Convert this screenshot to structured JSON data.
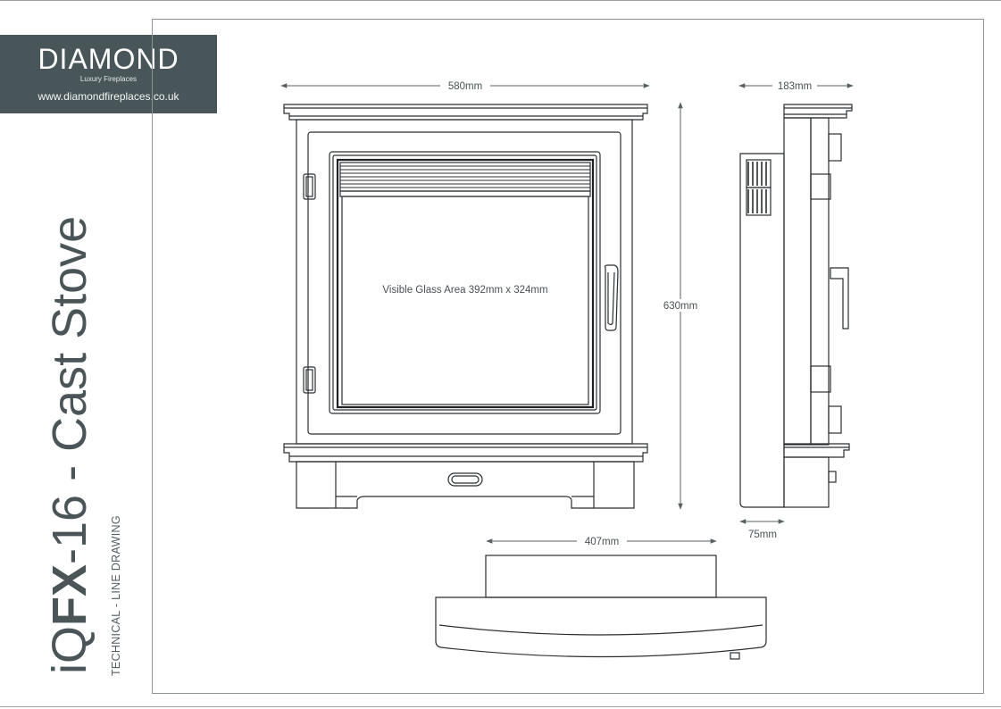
{
  "brand": {
    "name": "DIAMOND",
    "tagline": "Luxury Fireplaces",
    "url": "www.diamondfireplaces.co.uk",
    "colors": {
      "panel": "#48565a",
      "text": "#ffffff"
    }
  },
  "title": {
    "prefix": "iQ",
    "bold": "FX",
    "suffix": "-16 - Cast Stove",
    "subtitle": "TECHNICAL - LINE DRAWING"
  },
  "dimensions": {
    "front_width": "580mm",
    "height": "630mm",
    "side_depth": "183mm",
    "base_depth": "75mm",
    "top_width": "407mm",
    "glass_area": "Visible Glass Area 392mm x 324mm"
  },
  "views": [
    "front-view",
    "side-view",
    "top-view"
  ]
}
